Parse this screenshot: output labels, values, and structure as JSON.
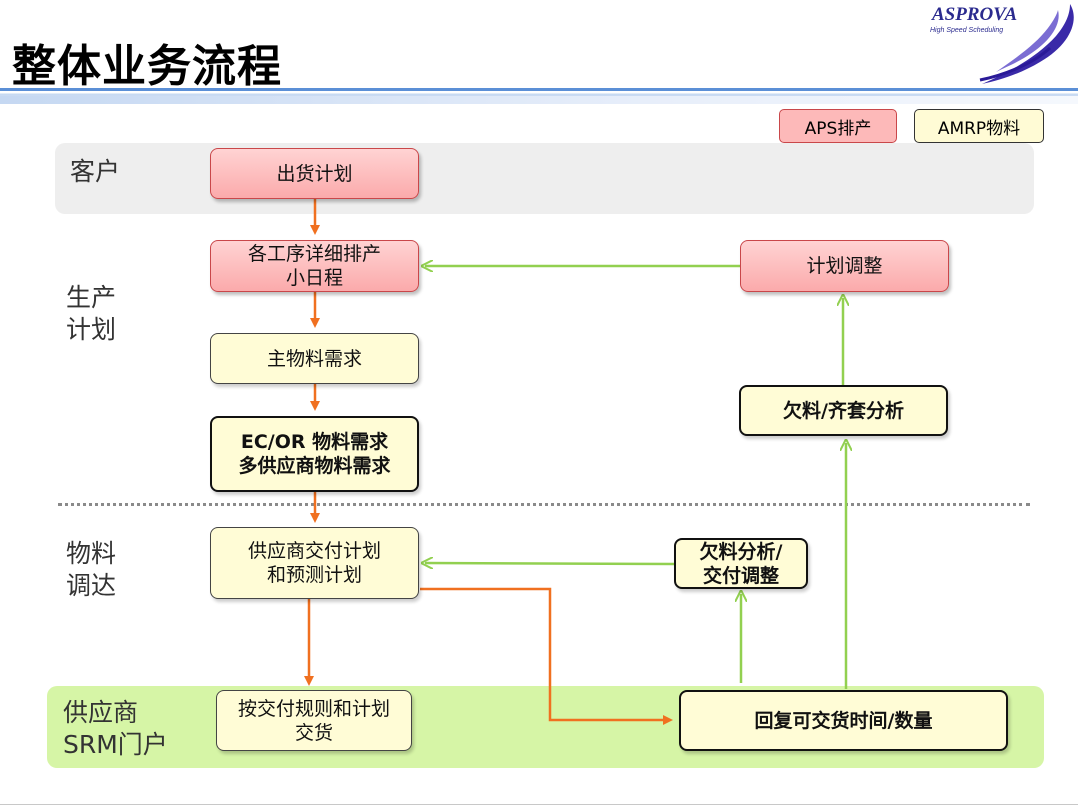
{
  "title": "整体业务流程",
  "logo": {
    "brand": "ASPROVA",
    "tagline": "High Speed Scheduling"
  },
  "legend": {
    "aps": "APS排产",
    "amrp": "AMRP物料"
  },
  "lanes": {
    "customer": "客户",
    "production_plan": "生产\n计划",
    "material_dispatch": "物料\n调达",
    "supplier": "供应商\nSRM门户"
  },
  "boxes": {
    "shipment_plan": "出货计划",
    "detailed_scheduling": "各工序详细排产\n小日程",
    "main_material_demand": "主物料需求",
    "ec_material_demand": "EC/OR 物料需求\n多供应商物料需求",
    "supplier_delivery_plan": "供应商交付计划\n和预测计划",
    "deliver_by_rule": "按交付规则和计划\n交货",
    "reply_delivery": "回复可交货时间/数量",
    "shortage_delivery_adjust": "欠料分析/\n交付调整",
    "shortage_kit_analysis": "欠料/齐套分析",
    "plan_adjustment": "计划调整"
  },
  "colors": {
    "aps_fill": "#fbaaab",
    "amrp_fill": "#fffcd6",
    "orange_arrow": "#f07020",
    "green_arrow": "#92d050",
    "customer_lane": "#eeeeee",
    "supplier_lane": "#d6f5a6"
  }
}
